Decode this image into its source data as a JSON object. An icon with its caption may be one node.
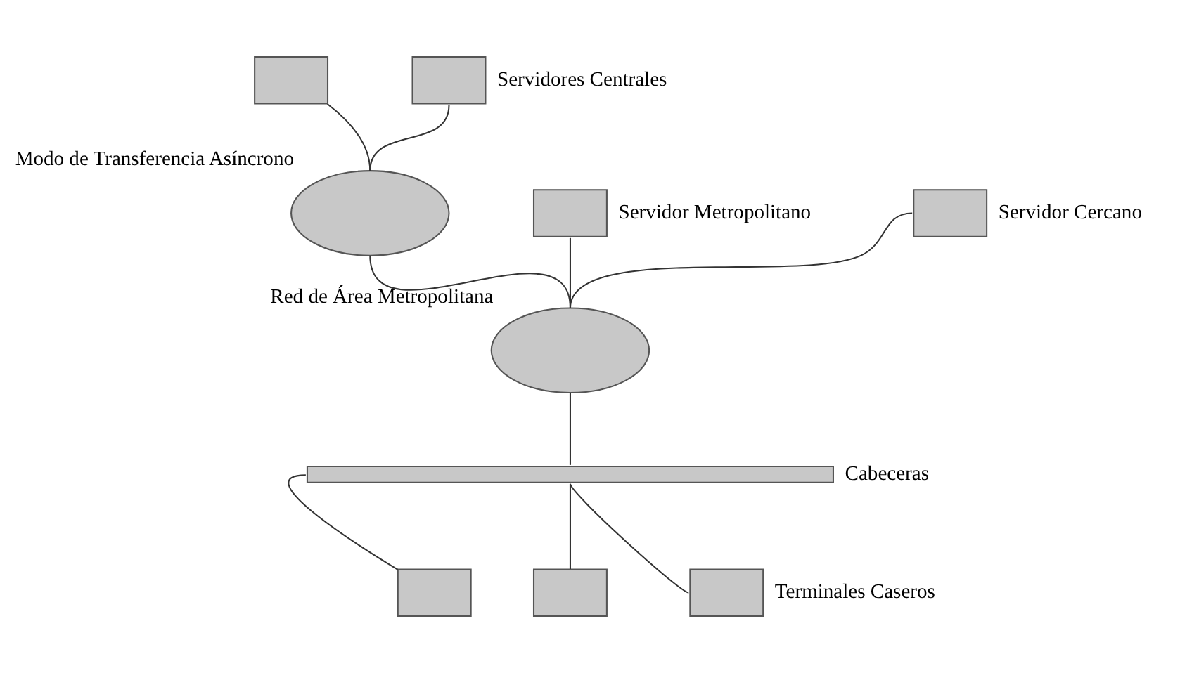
{
  "diagram": {
    "nodes": [
      {
        "text": [],
        "shape": "box"
      },
      {
        "text": [],
        "shape": "box",
        "beside": [
          "Servidores Centrales"
        ]
      },
      {
        "text": [],
        "shape": "box",
        "beside": [
          "Servidor Metropolitano"
        ]
      },
      {
        "text": [],
        "shape": "cloud",
        "beside": [
          "Modo de Transferencia Asíncrono"
        ]
      },
      {
        "text": [],
        "shape": "cloud",
        "beside": [
          "Red de Área Metropolitana"
        ]
      },
      {
        "text": [],
        "shape": "box",
        "beside": [
          "Servidor Cercano"
        ]
      },
      {
        "text": [],
        "shape": "bar",
        "beside": [
          "Cabeceras"
        ]
      },
      {
        "text": [],
        "shape": "box"
      },
      {
        "text": [],
        "shape": "box"
      },
      {
        "text": [],
        "shape": "box",
        "beside": [
          "Terminales Caseros"
        ]
      }
    ],
    "edges": [
      {
        "from": 0,
        "to": 3,
        "arrow": "none"
      },
      {
        "from": 1,
        "to": 3,
        "arrow": "none"
      },
      {
        "from": 2,
        "to": 4,
        "arrow": "none"
      },
      {
        "from": 3,
        "to": 4,
        "arrow": "none"
      },
      {
        "from": 5,
        "to": 4,
        "arrow": "none"
      },
      {
        "from": 4,
        "to": 6,
        "arrow": "none"
      },
      {
        "from": 6,
        "to": 7,
        "arrow": "none"
      },
      {
        "from": 6,
        "to": 8,
        "arrow": "none"
      },
      {
        "from": 6,
        "to": 9,
        "arrow": "none"
      }
    ]
  }
}
